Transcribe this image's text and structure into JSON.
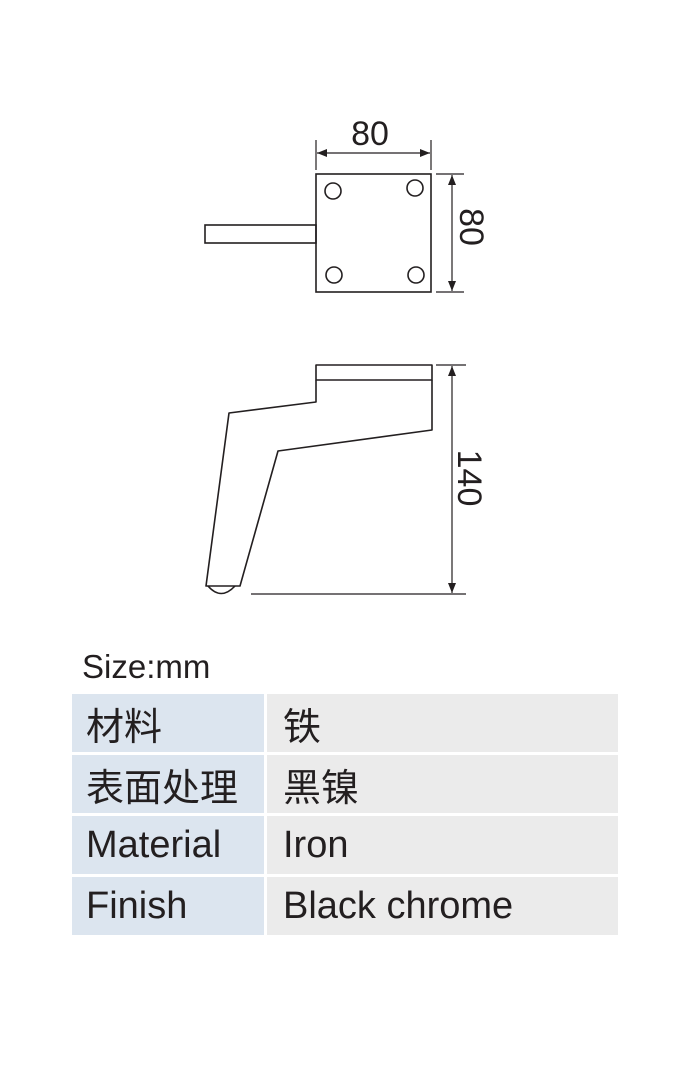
{
  "drawing": {
    "dims": {
      "top_width": "80",
      "top_height": "80",
      "side_height": "140"
    }
  },
  "size_label": "Size:mm",
  "specs": [
    {
      "key": "材料",
      "value": "铁"
    },
    {
      "key": "表面处理",
      "value": "黑镍"
    },
    {
      "key": "Material",
      "value": "Iron"
    },
    {
      "key": "Finish",
      "value": "Black chrome"
    }
  ]
}
